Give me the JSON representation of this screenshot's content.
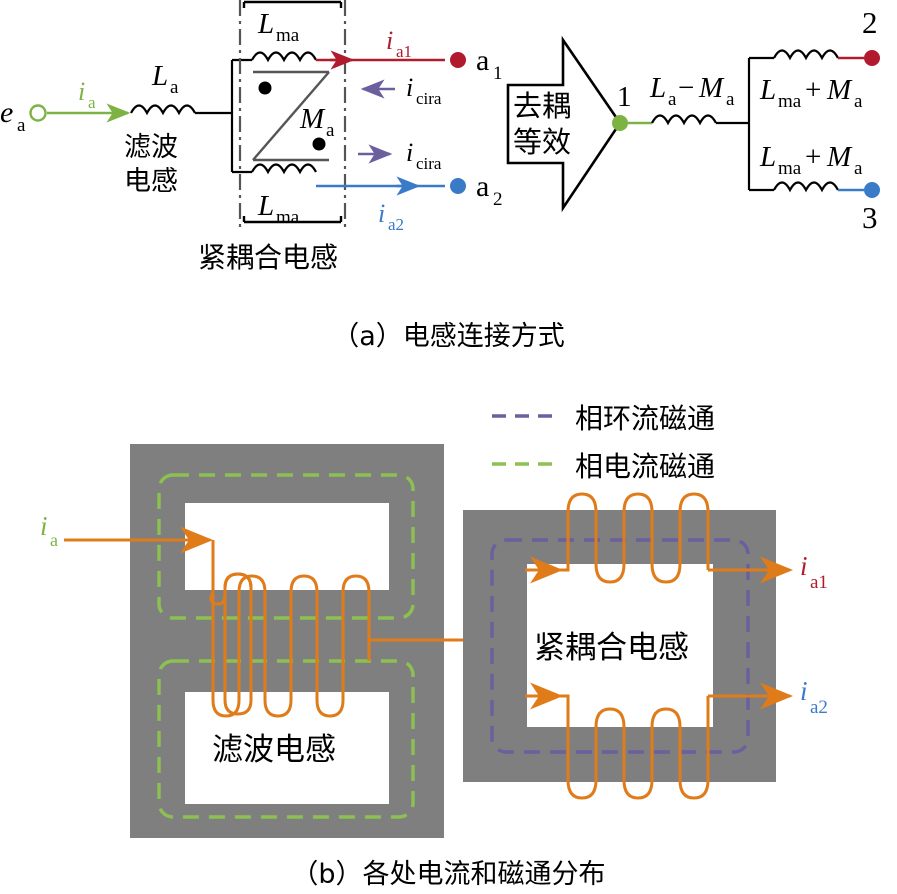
{
  "figure": {
    "title_a": "（a）电感连接方式",
    "title_b": "（b）各处电流和磁通分布"
  },
  "panel_a": {
    "source_label": "e_a",
    "source_label_main": "e",
    "source_label_sub": "a",
    "current_in": "i_a",
    "current_in_main": "i",
    "current_in_sub": "a",
    "filter_inductor_symbol_main": "L",
    "filter_inductor_symbol_sub": "a",
    "filter_inductor_name": "滤波",
    "filter_inductor_name2": "电感",
    "coupled_top_main": "L",
    "coupled_top_sub": "ma",
    "coupled_bottom_main": "L",
    "coupled_bottom_sub": "ma",
    "mutual_main": "M",
    "mutual_sub": "a",
    "coupled_box_label": "紧耦合电感",
    "node_a1_main": "a",
    "node_a1_sub": "1",
    "node_a2_main": "a",
    "node_a2_sub": "2",
    "current_a1_main": "i",
    "current_a1_sub": "a1",
    "current_a2_main": "i",
    "current_a2_sub": "a2",
    "current_cir_top_main": "i",
    "current_cir_top_sub": "cira",
    "current_cir_bottom_main": "i",
    "current_cir_bottom_sub": "cira",
    "transform_arrow_line1": "去耦",
    "transform_arrow_line2": "等效",
    "node_1": "1",
    "node_2": "2",
    "node_3": "3",
    "eq_series_main": "L",
    "eq_series_sub": "a",
    "eq_series_op": "−",
    "eq_series_main2": "M",
    "eq_series_sub2": "a",
    "eq_top_main": "L",
    "eq_top_sub": "ma",
    "eq_top_op": "+",
    "eq_top_main2": "M",
    "eq_top_sub2": "a",
    "eq_bottom_main": "L",
    "eq_bottom_sub": "ma",
    "eq_bottom_op": "+",
    "eq_bottom_main2": "M",
    "eq_bottom_sub2": "a"
  },
  "panel_b": {
    "legend": [
      {
        "label": "相环流磁通",
        "color": "#6b5f9e",
        "style": "dashed"
      },
      {
        "label": "相电流磁通",
        "color": "#8cc152",
        "style": "dashed"
      }
    ],
    "left_core_label": "滤波电感",
    "right_core_label": "紧耦合电感",
    "current_in_main": "i",
    "current_in_sub": "a",
    "current_out1_main": "i",
    "current_out1_sub": "a1",
    "current_out2_main": "i",
    "current_out2_sub": "a2"
  },
  "colors": {
    "wire_black": "#000000",
    "green": "#7cb342",
    "red": "#b01c2e",
    "blue": "#3a7bc8",
    "purple": "#6b5f9e",
    "orange": "#e07b1a",
    "core_gray": "#7f7f7f",
    "window_white": "#ffffff",
    "legend_green": "#8cc152"
  }
}
